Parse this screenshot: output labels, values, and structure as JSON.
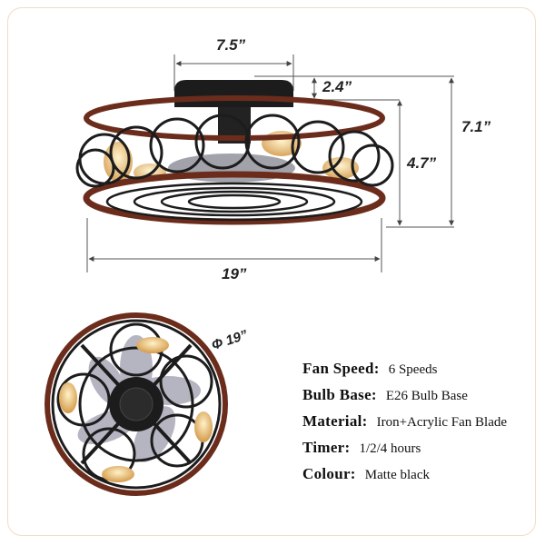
{
  "dimensions": {
    "top_width": "7.5”",
    "canopy_height": "2.4”",
    "total_height": "7.1”",
    "body_height": "4.7”",
    "diameter": "19”",
    "bottom_diameter": "Φ 19”"
  },
  "specs": [
    {
      "key": "Fan Speed:",
      "value": "6 Speeds"
    },
    {
      "key": "Bulb Base:",
      "value": "E26 Bulb Base"
    },
    {
      "key": "Material:",
      "value": "Iron+Acrylic Fan Blade"
    },
    {
      "key": "Timer:",
      "value": "1/2/4 hours"
    },
    {
      "key": "Colour:",
      "value": "Matte black"
    }
  ],
  "colors": {
    "wood": "#6b2c1c",
    "iron": "#1c1c1c",
    "bulb": "#e8b060",
    "border": "#f2dcc7"
  }
}
